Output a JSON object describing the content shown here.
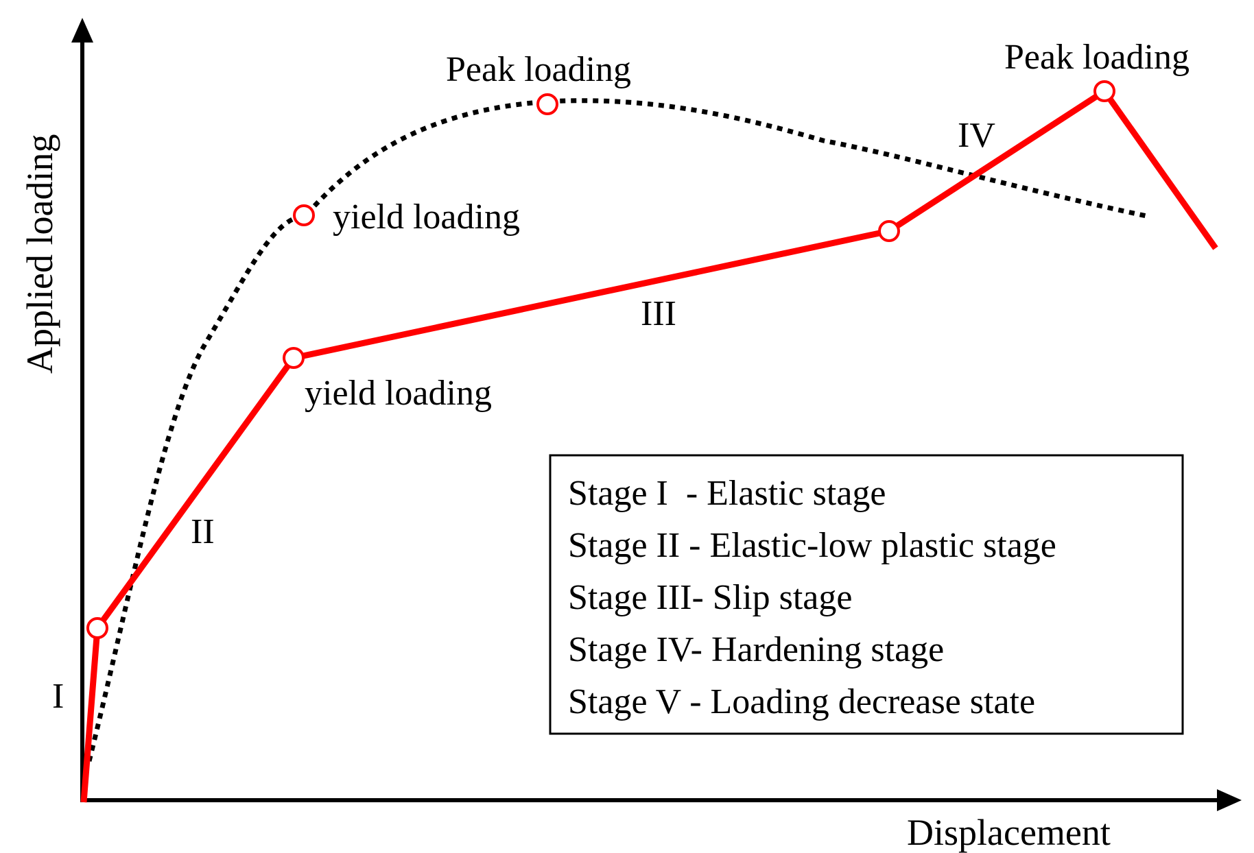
{
  "axes": {
    "x_label": "Displacement",
    "y_label": "Applied loading"
  },
  "annotations": {
    "peak_dashed": "Peak loading",
    "peak_solid": "Peak loading",
    "yield_dashed": "yield loading",
    "yield_solid": "yield loading"
  },
  "stage_labels": {
    "I": "I",
    "II": "II",
    "III": "III",
    "IV": "IV"
  },
  "legend": {
    "items": [
      "Stage I  - Elastic stage",
      "Stage II - Elastic-low plastic stage",
      "Stage III- Slip stage",
      "Stage IV- Hardening stage",
      "Stage V - Loading decrease state"
    ]
  },
  "colors": {
    "solid_curve": "#ff0000",
    "dotted_curve": "#000000",
    "marker_fill": "#ffffff",
    "marker_stroke": "#ff0000"
  }
}
